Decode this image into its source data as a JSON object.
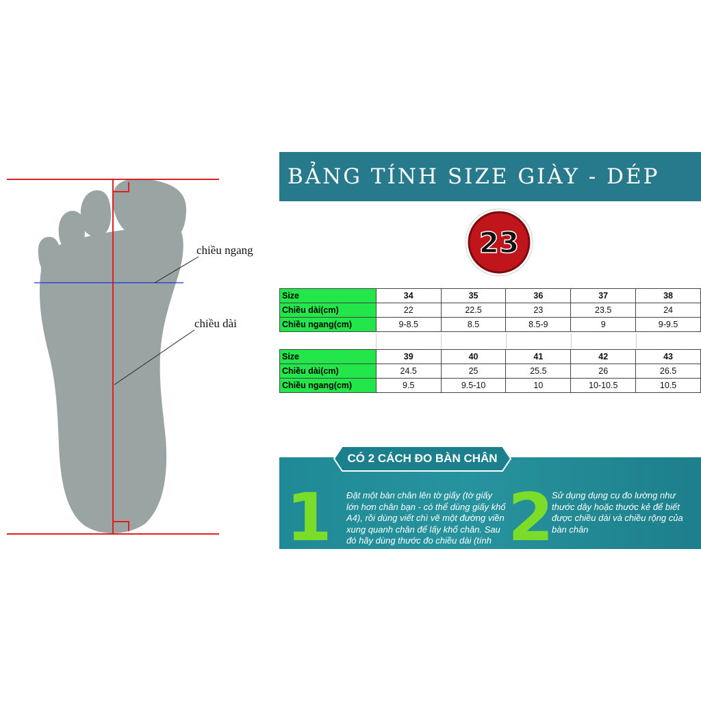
{
  "diagram": {
    "width_label": "chiều ngang",
    "length_label": "chiều dài"
  },
  "banner": {
    "title": "BẢNG TÍNH SIZE GIÀY - DÉP"
  },
  "badge": {
    "number": "23"
  },
  "size_chart": {
    "row_labels": [
      "Size",
      "Chiều dài(cm)",
      "Chiều ngang(cm)"
    ],
    "group1": {
      "sizes": [
        "34",
        "35",
        "36",
        "37",
        "38"
      ],
      "lengths": [
        "22",
        "22.5",
        "23",
        "23.5",
        "24"
      ],
      "widths": [
        "9-8.5",
        "8.5",
        "8.5-9",
        "9",
        "9-9.5"
      ]
    },
    "group2": {
      "sizes": [
        "39",
        "40",
        "41",
        "42",
        "43"
      ],
      "lengths": [
        "24.5",
        "25",
        "25.5",
        "26",
        "26.5"
      ],
      "widths": [
        "9.5",
        "9.5-10",
        "10",
        "10-10.5",
        "10.5"
      ]
    }
  },
  "measure": {
    "heading": "CÓ 2 CÁCH ĐO BÀN CHÂN",
    "method1": {
      "number": "1",
      "lines": [
        "Đặt một bàn chân lên tờ giấy (tờ giấy",
        "lớn hơn chân bạn - có thể dùng giấy khổ",
        "A4), rồi dùng viết chì vẽ một đường viền",
        "xung quanh chân để lấy khổ chân. Sau",
        "đó hãy dùng thước đo chiều dài (tính"
      ]
    },
    "method2": {
      "number": "2",
      "lines": [
        "Sử  dụng dụng cụ đo lường như",
        "thước dây hoặc thước kẻ để biết",
        "được chiều dài và chiều rộng của",
        "bàn chân"
      ]
    }
  },
  "colors": {
    "banner_bg": "#267a8b",
    "label_green": "#22e64a",
    "panel_teal": "#1f8a95",
    "number_green": "#7bdc2a",
    "guide_red": "#e02020",
    "width_line_blue": "#2233cc",
    "foot_gray": "#9aa5a3"
  }
}
